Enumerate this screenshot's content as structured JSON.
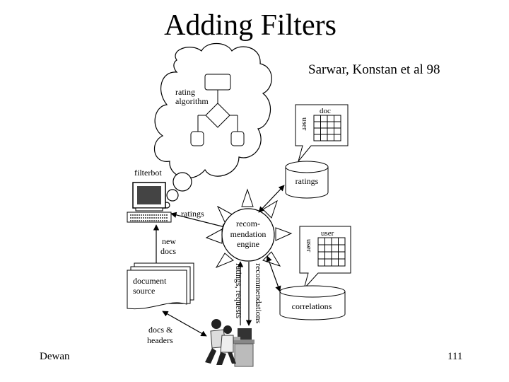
{
  "title": "Adding Filters",
  "citation": "Sarwar, Konstan et al 98",
  "footer": {
    "author": "Dewan",
    "page_number": "111"
  },
  "diagram": {
    "cloud_label_line1": "rating",
    "cloud_label_line2": "algorithm",
    "filterbot_label": "filterbot",
    "ratings_arrow_label": "ratings",
    "new_docs_line1": "new",
    "new_docs_line2": "docs",
    "document_source_line1": "document",
    "document_source_line2": "source",
    "docs_headers_line1": "docs &",
    "docs_headers_line2": "headers",
    "engine_line1": "recom-",
    "engine_line2": "mendation",
    "engine_line3": "engine",
    "ratings_db_label": "ratings",
    "correlations_db_label": "correlations",
    "matrix_top_col_label": "doc",
    "matrix_top_row_label": "user",
    "matrix_bottom_col_label": "user",
    "matrix_bottom_row_label": "user",
    "ratings_requests_label": "ratings, requests",
    "recommendations_label": "recommendations"
  }
}
